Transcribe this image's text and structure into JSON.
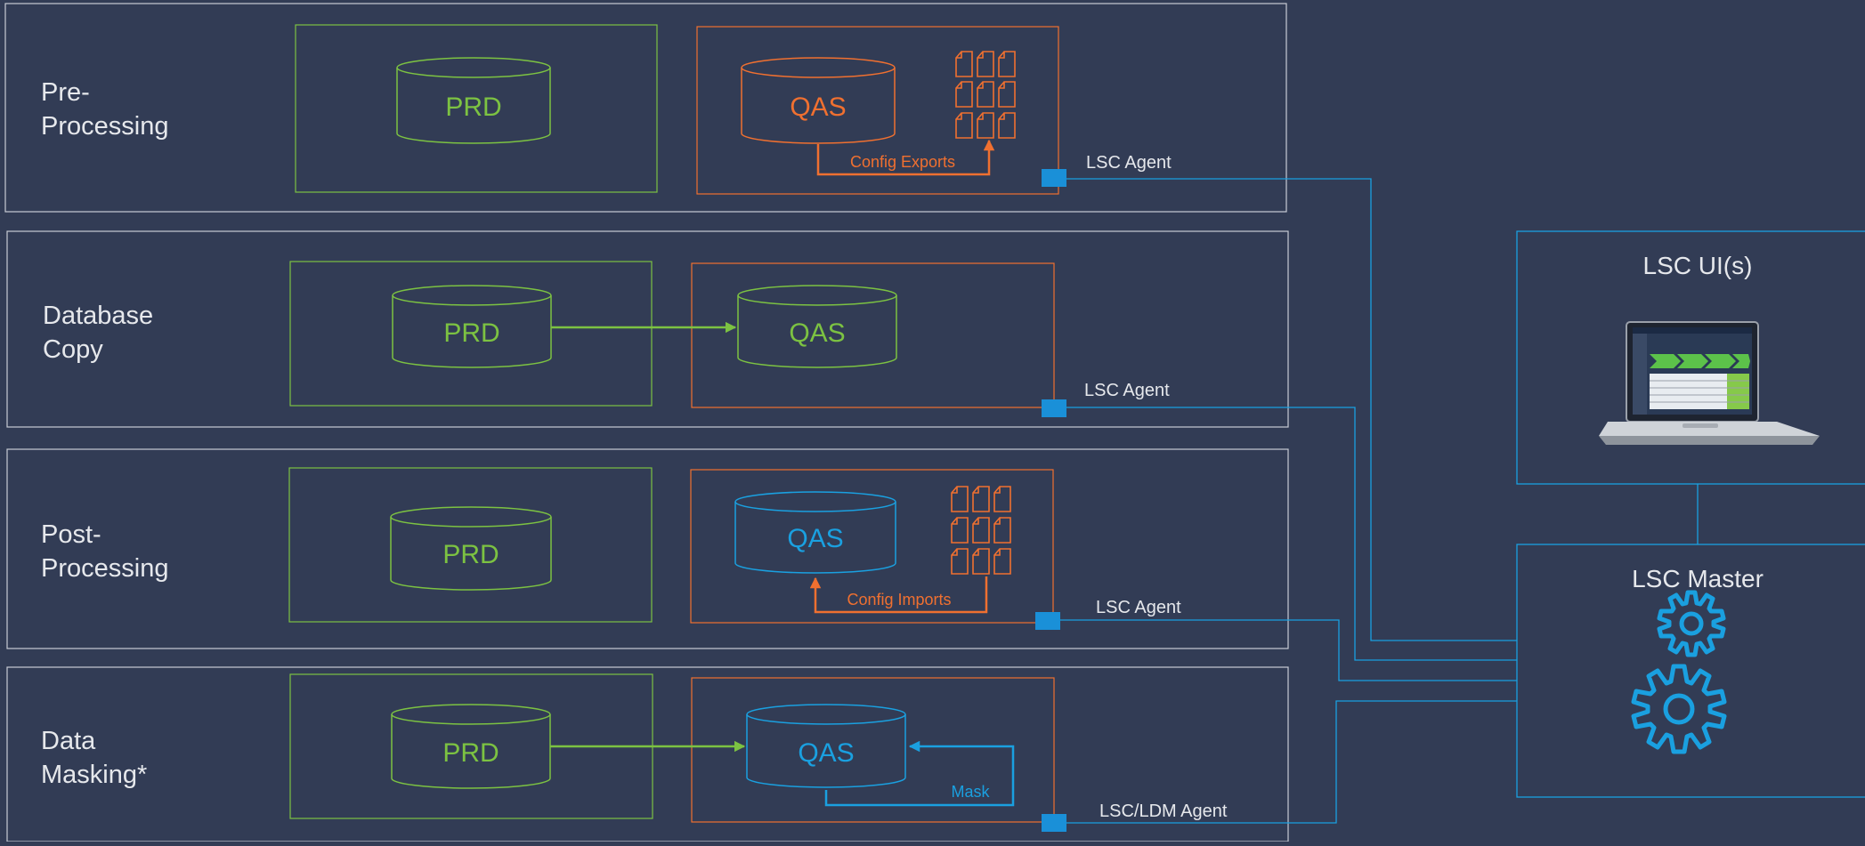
{
  "colors": {
    "background": "#323c55",
    "panel_border": "#c8ccd4",
    "prd_green": "#7cc242",
    "qas_orange": "#f07030",
    "mask_blue": "#1aa0e0",
    "label_text": "#e6e8ec"
  },
  "phases": [
    {
      "line1": "Pre-",
      "line2": "Processing",
      "prd": "PRD",
      "qas": "QAS",
      "qas_style": "orange",
      "flow_label": "Config Exports",
      "agent": "LSC Agent"
    },
    {
      "line1": "Database",
      "line2": "Copy",
      "prd": "PRD",
      "qas": "QAS",
      "qas_style": "green",
      "agent": "LSC Agent"
    },
    {
      "line1": "Post-",
      "line2": "Processing",
      "prd": "PRD",
      "qas": "QAS",
      "qas_style": "blue",
      "flow_label": "Config Imports",
      "agent": "LSC Agent"
    },
    {
      "line1": "Data",
      "line2": "Masking*",
      "prd": "PRD",
      "qas": "QAS",
      "qas_style": "blue",
      "flow_label": "Mask",
      "agent": "LSC/LDM Agent"
    }
  ],
  "ui_panel": {
    "title": "LSC UI(s)",
    "icon": "laptop-icon"
  },
  "master_panel": {
    "title": "LSC Master",
    "icon": "gears-icon"
  }
}
